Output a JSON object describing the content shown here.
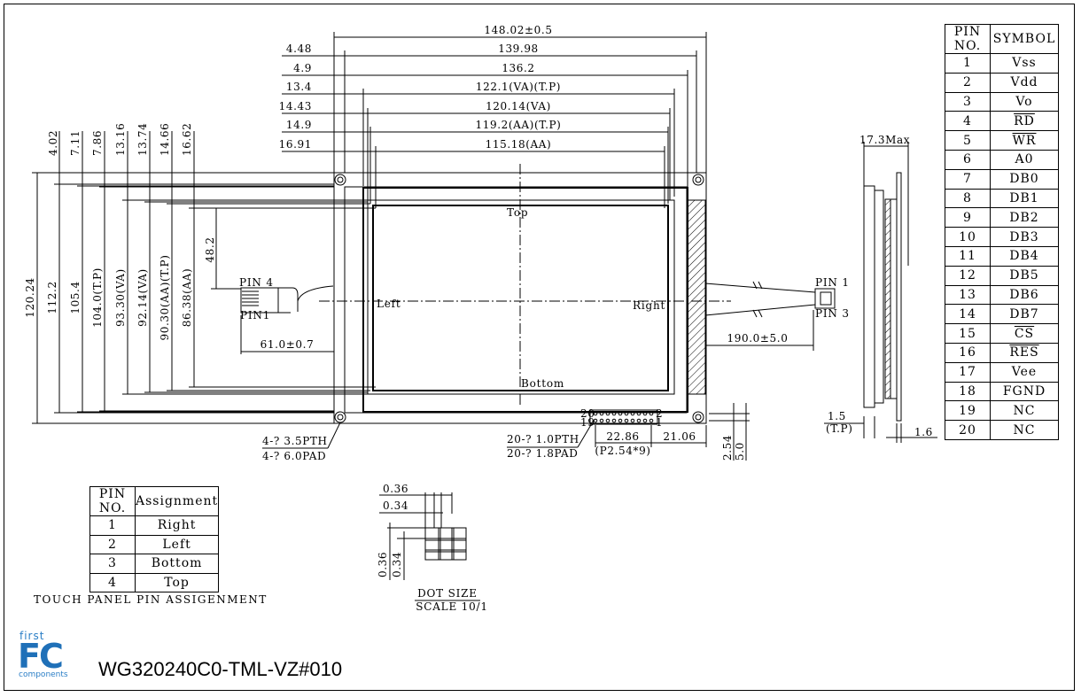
{
  "top_dims": [
    "148.02±0.5",
    "139.98",
    "136.2",
    "122.1(VA)(T.P)",
    "120.14(VA)",
    "119.2(AA)(T.P)",
    "115.18(AA)"
  ],
  "left_top_dims": [
    "4.48",
    "4.9",
    "13.4",
    "14.43",
    "14.9",
    "16.91"
  ],
  "vert_dims": [
    "120.24",
    "112.2",
    "105.4",
    "104.0(T.P)",
    "93.30(VA)",
    "92.14(VA)",
    "90.30(AA)(T.P)",
    "86.38(AA)"
  ],
  "vert_top_dims": [
    "4.02",
    "7.11",
    "7.86",
    "13.16",
    "13.74",
    "14.66",
    "16.62"
  ],
  "touch_dims": {
    "height": "48.2",
    "cable": "61.0±0.7"
  },
  "panel_labels": {
    "top": "Top",
    "left": "Left",
    "right": "Right",
    "bottom": "Bottom",
    "pin4": "PIN 4",
    "pin1": "PIN1",
    "pin1_right": "PIN 1",
    "pin3_right": "PIN 3"
  },
  "holes": {
    "pth": "4-? 3.5PTH",
    "pad": "4-? 6.0PAD"
  },
  "connector": {
    "pth": "20-? 1.0PTH",
    "pad": "20-? 1.8PAD",
    "pitch": "22.86",
    "pitch_note": "(P2.54*9)",
    "offset": "21.06",
    "h1": "2.54",
    "h2": "5.0",
    "pin20": "20",
    "pin19": "19",
    "pin2": "2",
    "pin1": "1"
  },
  "cable_length": "190.0±5.0",
  "side_view": {
    "max": "17.3Max",
    "tp": "1.5",
    "tp_note": "(T.P)",
    "thick": "1.6"
  },
  "pin_table": {
    "headers": [
      "PIN NO.",
      "SYMBOL"
    ],
    "rows": [
      {
        "no": "1",
        "sym": "Vss",
        "bar": false
      },
      {
        "no": "2",
        "sym": "Vdd",
        "bar": false
      },
      {
        "no": "3",
        "sym": "Vo",
        "bar": false
      },
      {
        "no": "4",
        "sym": "RD",
        "bar": true
      },
      {
        "no": "5",
        "sym": "WR",
        "bar": true
      },
      {
        "no": "6",
        "sym": "A0",
        "bar": false
      },
      {
        "no": "7",
        "sym": "DB0",
        "bar": false
      },
      {
        "no": "8",
        "sym": "DB1",
        "bar": false
      },
      {
        "no": "9",
        "sym": "DB2",
        "bar": false
      },
      {
        "no": "10",
        "sym": "DB3",
        "bar": false
      },
      {
        "no": "11",
        "sym": "DB4",
        "bar": false
      },
      {
        "no": "12",
        "sym": "DB5",
        "bar": false
      },
      {
        "no": "13",
        "sym": "DB6",
        "bar": false
      },
      {
        "no": "14",
        "sym": "DB7",
        "bar": false
      },
      {
        "no": "15",
        "sym": "CS",
        "bar": true
      },
      {
        "no": "16",
        "sym": "RES",
        "bar": true
      },
      {
        "no": "17",
        "sym": "Vee",
        "bar": false
      },
      {
        "no": "18",
        "sym": "FGND",
        "bar": false
      },
      {
        "no": "19",
        "sym": "NC",
        "bar": false
      },
      {
        "no": "20",
        "sym": "NC",
        "bar": false
      }
    ]
  },
  "touch_table": {
    "headers": [
      "PIN NO.",
      "Assignment"
    ],
    "rows": [
      {
        "no": "1",
        "name": "Right"
      },
      {
        "no": "2",
        "name": "Left"
      },
      {
        "no": "3",
        "name": "Bottom"
      },
      {
        "no": "4",
        "name": "Top"
      }
    ]
  },
  "touch_title": "TOUCH PANEL PIN ASSIGENMENT",
  "dot": {
    "d1": "0.36",
    "d2": "0.34",
    "v1": "0.36",
    "v2": "0.34",
    "title": "DOT SIZE",
    "scale": "SCALE 10/1"
  },
  "brand": {
    "first": "first",
    "fc": "FC",
    "components": "components"
  },
  "model": "WG320240C0-TML-VZ#010"
}
